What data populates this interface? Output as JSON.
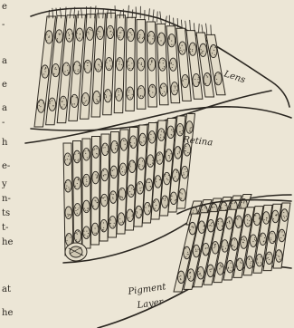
{
  "labels": {
    "lens": "Lens",
    "retina": "Retina",
    "pigment_layer_line1": "Pigment",
    "pigment_layer_line2": "Layer"
  },
  "margin_text": [
    "e",
    "-",
    "a",
    "e",
    "a",
    "-",
    "h",
    "e-",
    "y",
    "n-",
    "ts",
    "t-",
    "he",
    "at",
    "he"
  ],
  "colors": {
    "paper": "#ece6d6",
    "ink": "#2a2620",
    "cell_fill": "#e4ddca",
    "nucleus_fill": "#cfc7b2"
  }
}
